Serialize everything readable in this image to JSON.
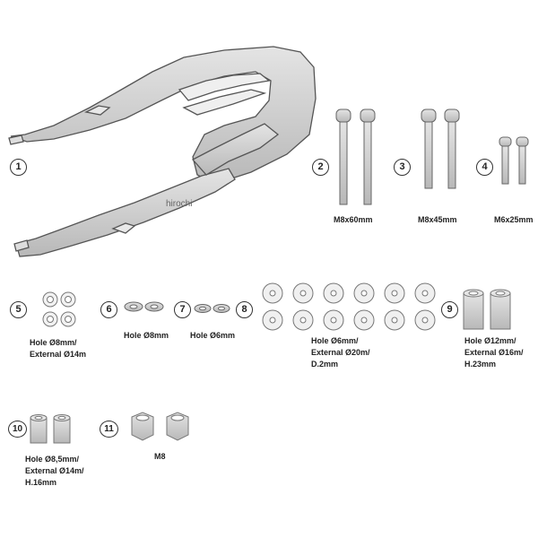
{
  "watermark": "hirochi",
  "colors": {
    "metal": "#cfcfcf",
    "outline": "#555555",
    "text": "#222222"
  },
  "parts": [
    {
      "number": "1",
      "lines": []
    },
    {
      "number": "2",
      "lines": [
        "M8x60mm"
      ]
    },
    {
      "number": "3",
      "lines": [
        "M8x45mm"
      ]
    },
    {
      "number": "4",
      "lines": [
        "M6x25mm"
      ]
    },
    {
      "number": "5",
      "lines": [
        "Hole Ø8mm/",
        "External Ø14m"
      ]
    },
    {
      "number": "6",
      "lines": [
        "Hole Ø8mm"
      ]
    },
    {
      "number": "7",
      "lines": [
        "Hole Ø6mm"
      ]
    },
    {
      "number": "8",
      "lines": [
        "Hole Ø6mm/",
        "External Ø20m/",
        "D.2mm"
      ]
    },
    {
      "number": "9",
      "lines": [
        "Hole Ø12mm/",
        "External Ø16m/",
        "H.23mm"
      ]
    },
    {
      "number": "10",
      "lines": [
        "Hole Ø8,5mm/",
        "External Ø14m/",
        "H.16mm"
      ]
    },
    {
      "number": "11",
      "lines": [
        "M8"
      ]
    }
  ]
}
